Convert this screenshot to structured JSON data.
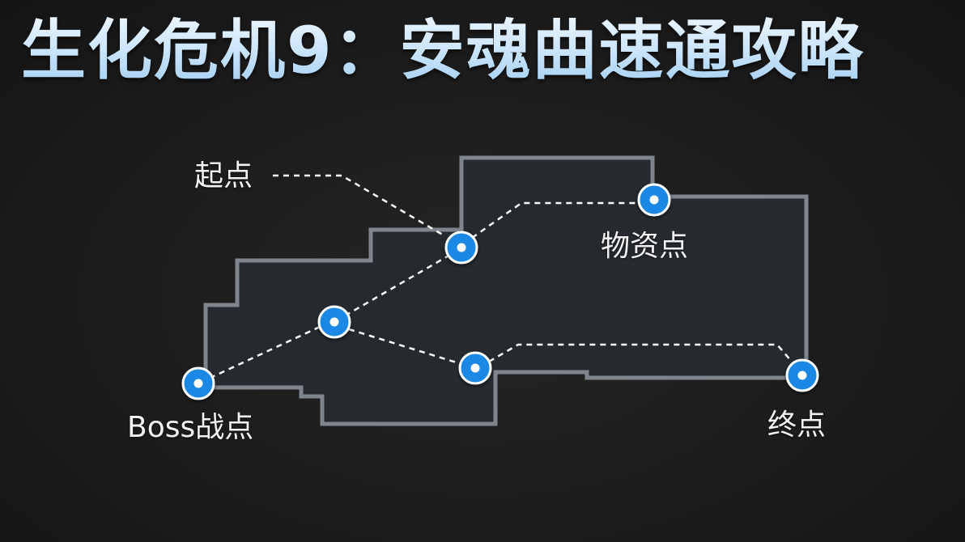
{
  "title": "生化危机9：安魂曲速通攻略",
  "labels": {
    "start": "起点",
    "supplies": "物资点",
    "boss": "Boss战点",
    "end": "终点"
  },
  "colors": {
    "title_top": "#f2f9ff",
    "title_bottom": "#9ccbf2",
    "map_fill": "#262a2f",
    "map_outline": "#7e858c",
    "marker_blue": "#1e88e5",
    "route_line": "#ffffff"
  }
}
